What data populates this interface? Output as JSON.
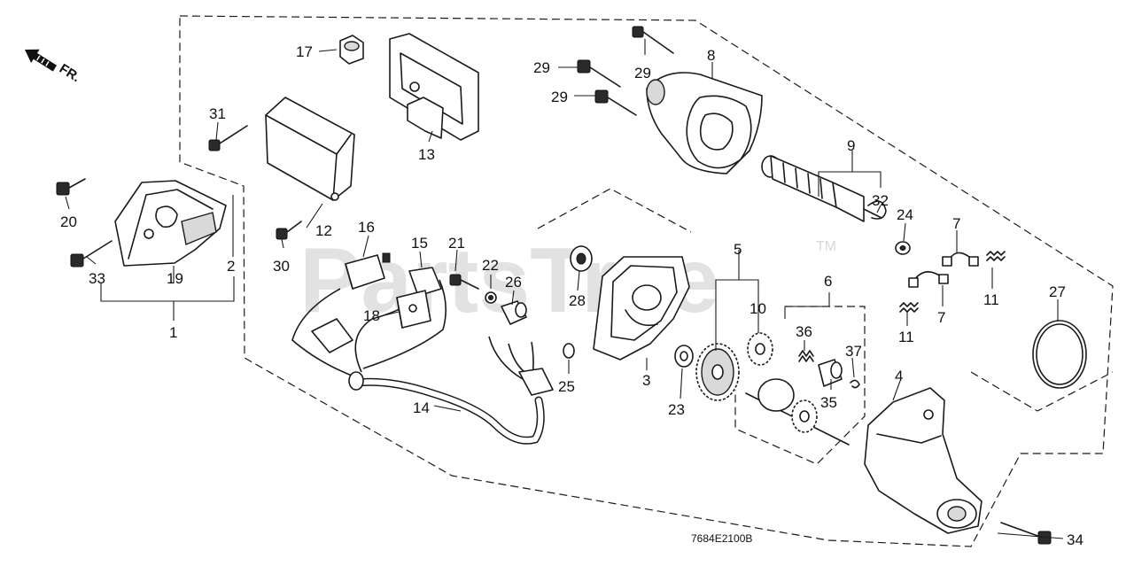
{
  "watermark": {
    "text": "PartsTree",
    "trademark": "TM"
  },
  "direction_indicator": {
    "label": "FR."
  },
  "drawing_code": "7684E2100B",
  "callouts": [
    {
      "num": "1"
    },
    {
      "num": "2"
    },
    {
      "num": "3"
    },
    {
      "num": "4"
    },
    {
      "num": "5"
    },
    {
      "num": "6"
    },
    {
      "num": "7"
    },
    {
      "num": "7"
    },
    {
      "num": "8"
    },
    {
      "num": "9"
    },
    {
      "num": "10"
    },
    {
      "num": "11"
    },
    {
      "num": "11"
    },
    {
      "num": "12"
    },
    {
      "num": "13"
    },
    {
      "num": "14"
    },
    {
      "num": "15"
    },
    {
      "num": "16"
    },
    {
      "num": "17"
    },
    {
      "num": "18"
    },
    {
      "num": "19"
    },
    {
      "num": "20"
    },
    {
      "num": "21"
    },
    {
      "num": "22"
    },
    {
      "num": "23"
    },
    {
      "num": "24"
    },
    {
      "num": "25"
    },
    {
      "num": "26"
    },
    {
      "num": "27"
    },
    {
      "num": "28"
    },
    {
      "num": "29"
    },
    {
      "num": "29"
    },
    {
      "num": "29"
    },
    {
      "num": "30"
    },
    {
      "num": "31"
    },
    {
      "num": "32"
    },
    {
      "num": "33"
    },
    {
      "num": "34"
    },
    {
      "num": "35"
    },
    {
      "num": "36"
    },
    {
      "num": "37"
    }
  ]
}
